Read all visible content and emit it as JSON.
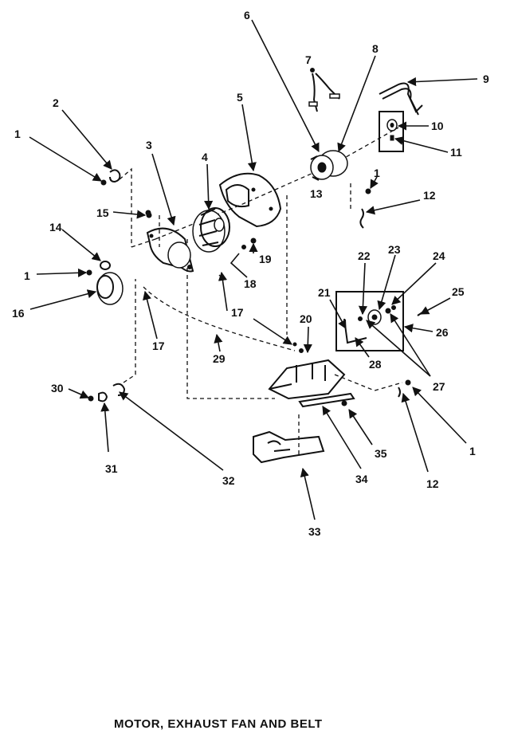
{
  "title": "MOTOR, EXHAUST FAN AND BELT",
  "callouts": [
    "1",
    "2",
    "3",
    "4",
    "5",
    "6",
    "7",
    "8",
    "9",
    "10",
    "11",
    "12",
    "13",
    "14",
    "15",
    "16",
    "17",
    "18",
    "19",
    "20",
    "21",
    "22",
    "23",
    "24",
    "25",
    "26",
    "27",
    "28",
    "29",
    "30",
    "31",
    "32",
    "33",
    "34",
    "35"
  ],
  "colors": {
    "ink": "#111111",
    "paper": "#ffffff"
  }
}
